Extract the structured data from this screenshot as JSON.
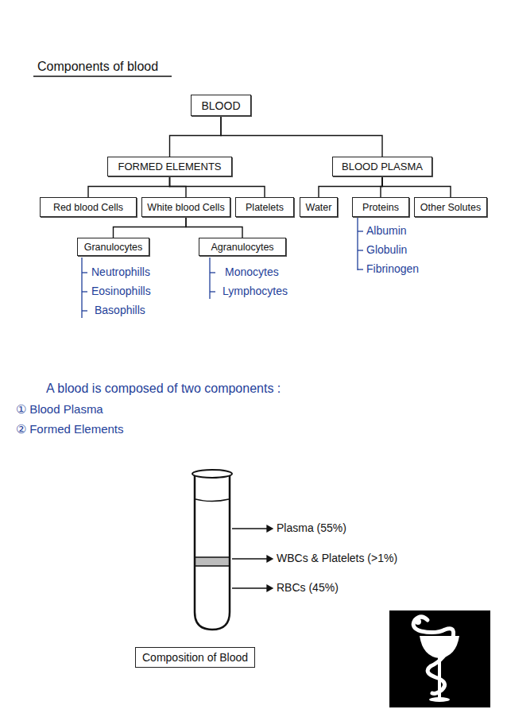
{
  "diagram": {
    "title": "Components of blood",
    "caption": "Composition of Blood",
    "nodes": [
      {
        "text": [
          "BLOOD"
        ]
      },
      {
        "text": [
          "FORMED ELEMENTS"
        ]
      },
      {
        "text": [
          "BLOOD PLASMA"
        ]
      },
      {
        "text": [
          "Red blood Cells"
        ]
      },
      {
        "text": [
          "White blood Cells"
        ]
      },
      {
        "text": [
          "Platelets"
        ]
      },
      {
        "text": [
          "Water"
        ]
      },
      {
        "text": [
          "Proteins"
        ]
      },
      {
        "text": [
          "Other Solutes"
        ]
      },
      {
        "text": [
          "Granulocytes"
        ]
      },
      {
        "text": [
          "Agranulocytes"
        ]
      }
    ],
    "edges": [
      {
        "from": 0,
        "to": 1,
        "arrow": "none"
      },
      {
        "from": 0,
        "to": 2,
        "arrow": "none"
      },
      {
        "from": 1,
        "to": 3,
        "arrow": "none"
      },
      {
        "from": 1,
        "to": 4,
        "arrow": "none"
      },
      {
        "from": 1,
        "to": 5,
        "arrow": "none"
      },
      {
        "from": 2,
        "to": 6,
        "arrow": "none"
      },
      {
        "from": 2,
        "to": 7,
        "arrow": "none"
      },
      {
        "from": 2,
        "to": 8,
        "arrow": "none"
      },
      {
        "from": 4,
        "to": 9,
        "arrow": "none"
      },
      {
        "from": 4,
        "to": 10,
        "arrow": "none"
      }
    ],
    "labels": [
      "Neutrophills",
      "Eosinophills",
      "Basophills",
      "Monocytes",
      "Lymphocytes",
      "Albumin",
      "Globulin",
      "Fibrinogen",
      "A blood is composed of two components :",
      "① Blood Plasma",
      "② Formed Elements",
      "Plasma (55%)",
      "WBCs & Platelets (>1%)",
      "RBCs (45%)"
    ]
  }
}
